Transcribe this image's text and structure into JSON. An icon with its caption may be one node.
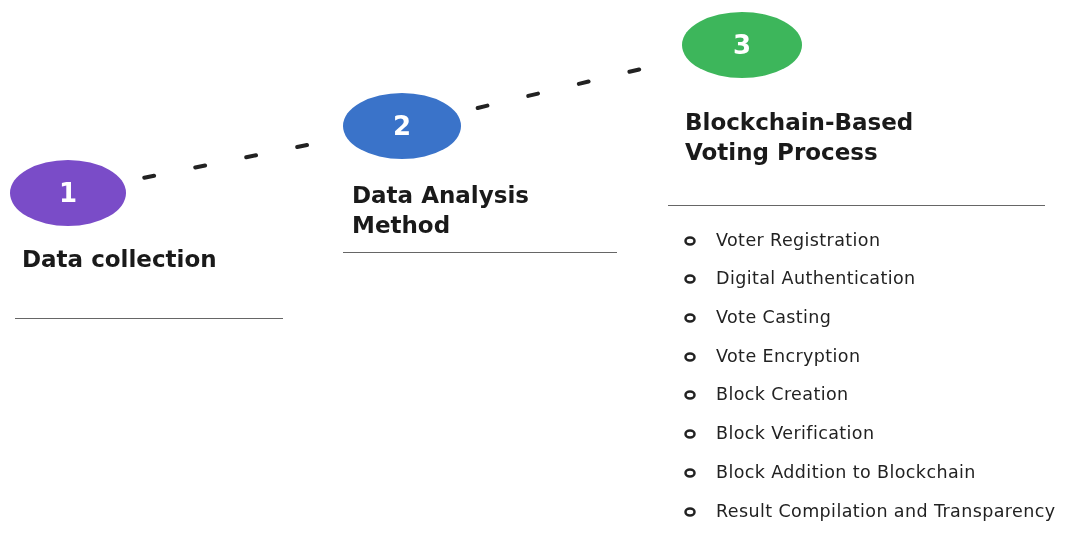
{
  "diagram": {
    "nodes": [
      {
        "text": [
          "1"
        ],
        "beside": [
          "Data collection"
        ]
      },
      {
        "text": [
          "2"
        ],
        "beside": [
          "Data Analysis Method"
        ]
      },
      {
        "text": [
          "3"
        ],
        "beside": [
          "Blockchain-Based Voting Process"
        ]
      }
    ],
    "edges": [
      {
        "from": 0,
        "to": 1,
        "arrow": "none",
        "style": "dashed"
      },
      {
        "from": 1,
        "to": 2,
        "arrow": "none",
        "style": "dashed"
      }
    ],
    "labels": [
      "Voter Registration",
      "Digital Authentication",
      "Vote Casting",
      "Vote Encryption",
      "Block Creation",
      "Block Verification",
      "Block Addition to Blockchain",
      "Result Compilation and Transparency"
    ]
  }
}
